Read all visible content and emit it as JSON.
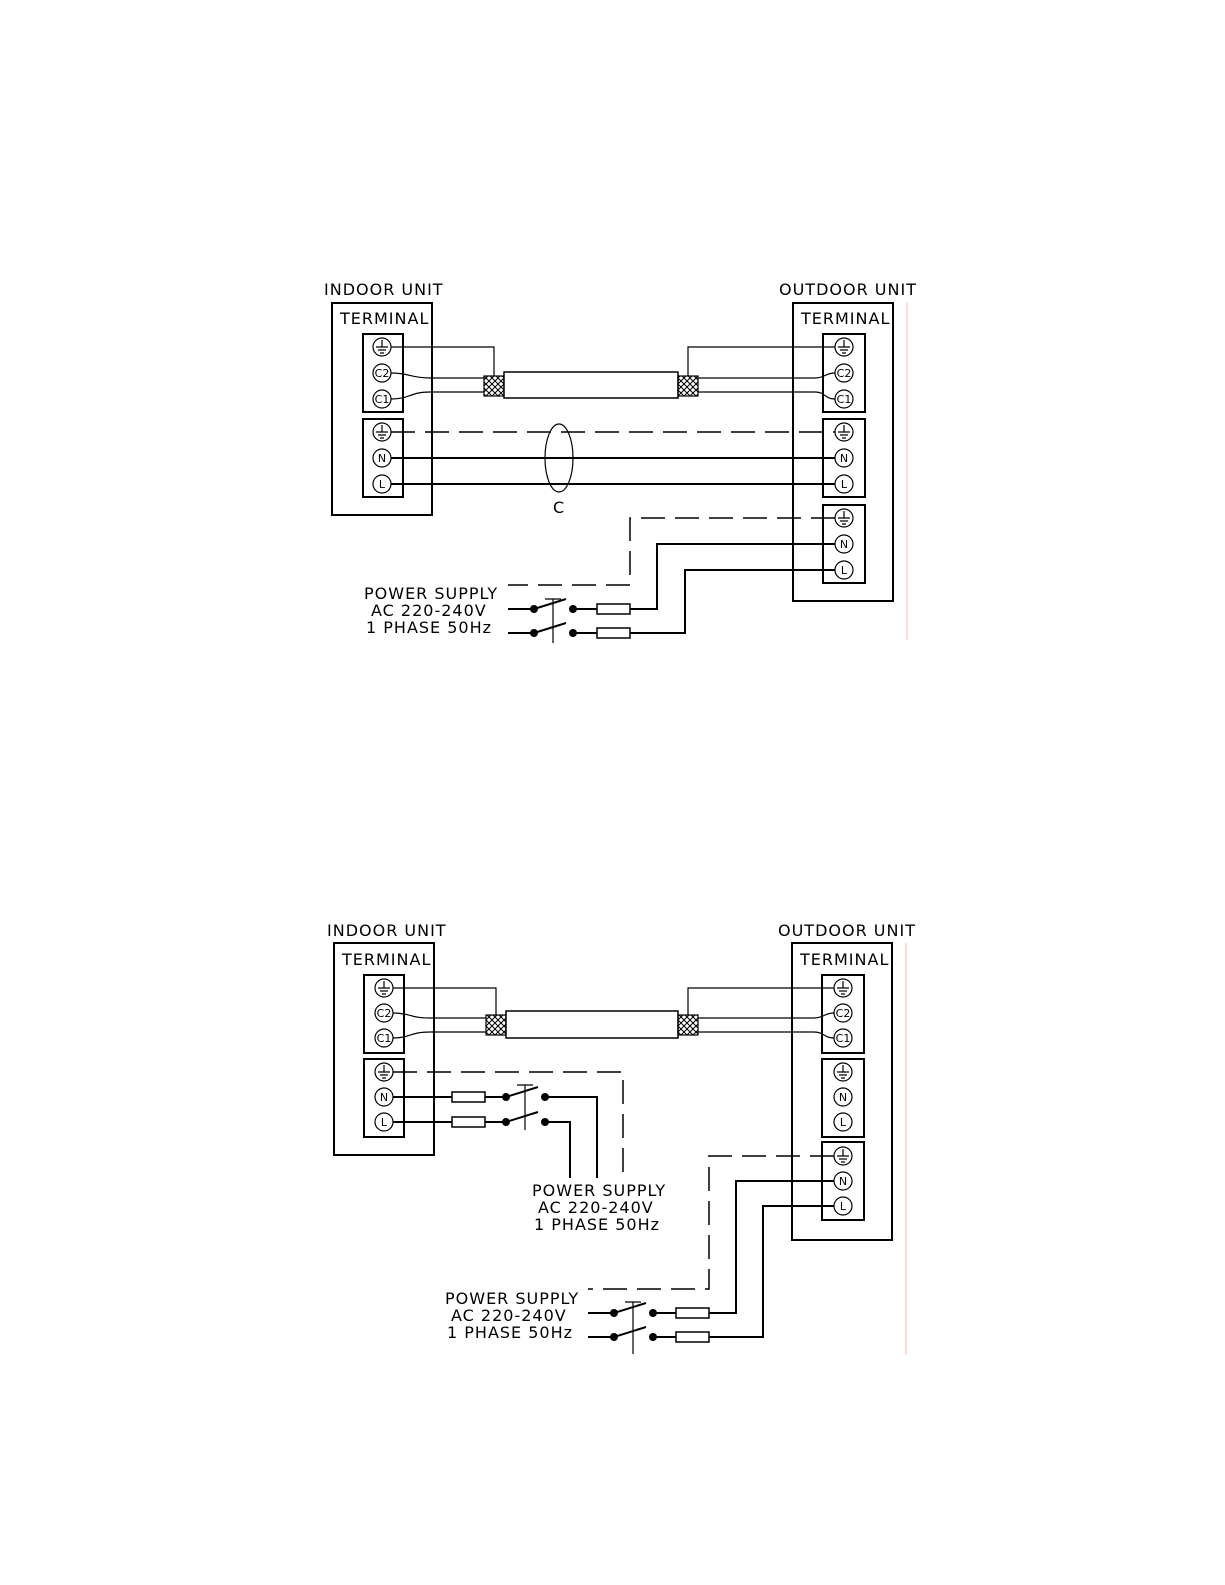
{
  "diagrams": [
    {
      "indoor_unit_label": "INDOOR UNIT",
      "outdoor_unit_label": "OUTDOOR UNIT",
      "indoor_terminal_label": "TERMINAL",
      "outdoor_terminal_label": "TERMINAL",
      "cable_marker": "C",
      "power_supply": [
        {
          "line1": "POWER SUPPLY",
          "line2": "AC 220-240V",
          "line3": "1 PHASE 50Hz"
        }
      ]
    },
    {
      "indoor_unit_label": "INDOOR UNIT",
      "outdoor_unit_label": "OUTDOOR UNIT",
      "indoor_terminal_label": "TERMINAL",
      "outdoor_terminal_label": "TERMINAL",
      "power_supply": [
        {
          "line1": "POWER SUPPLY",
          "line2": "AC 220-240V",
          "line3": "1 PHASE 50Hz"
        },
        {
          "line1": "POWER SUPPLY",
          "line2": "AC 220-240V",
          "line3": "1 PHASE 50Hz"
        }
      ]
    }
  ],
  "terminal_symbols": {
    "ground": "ground-icon",
    "c2": "C2",
    "c1": "C1",
    "n": "N",
    "l": "L"
  }
}
